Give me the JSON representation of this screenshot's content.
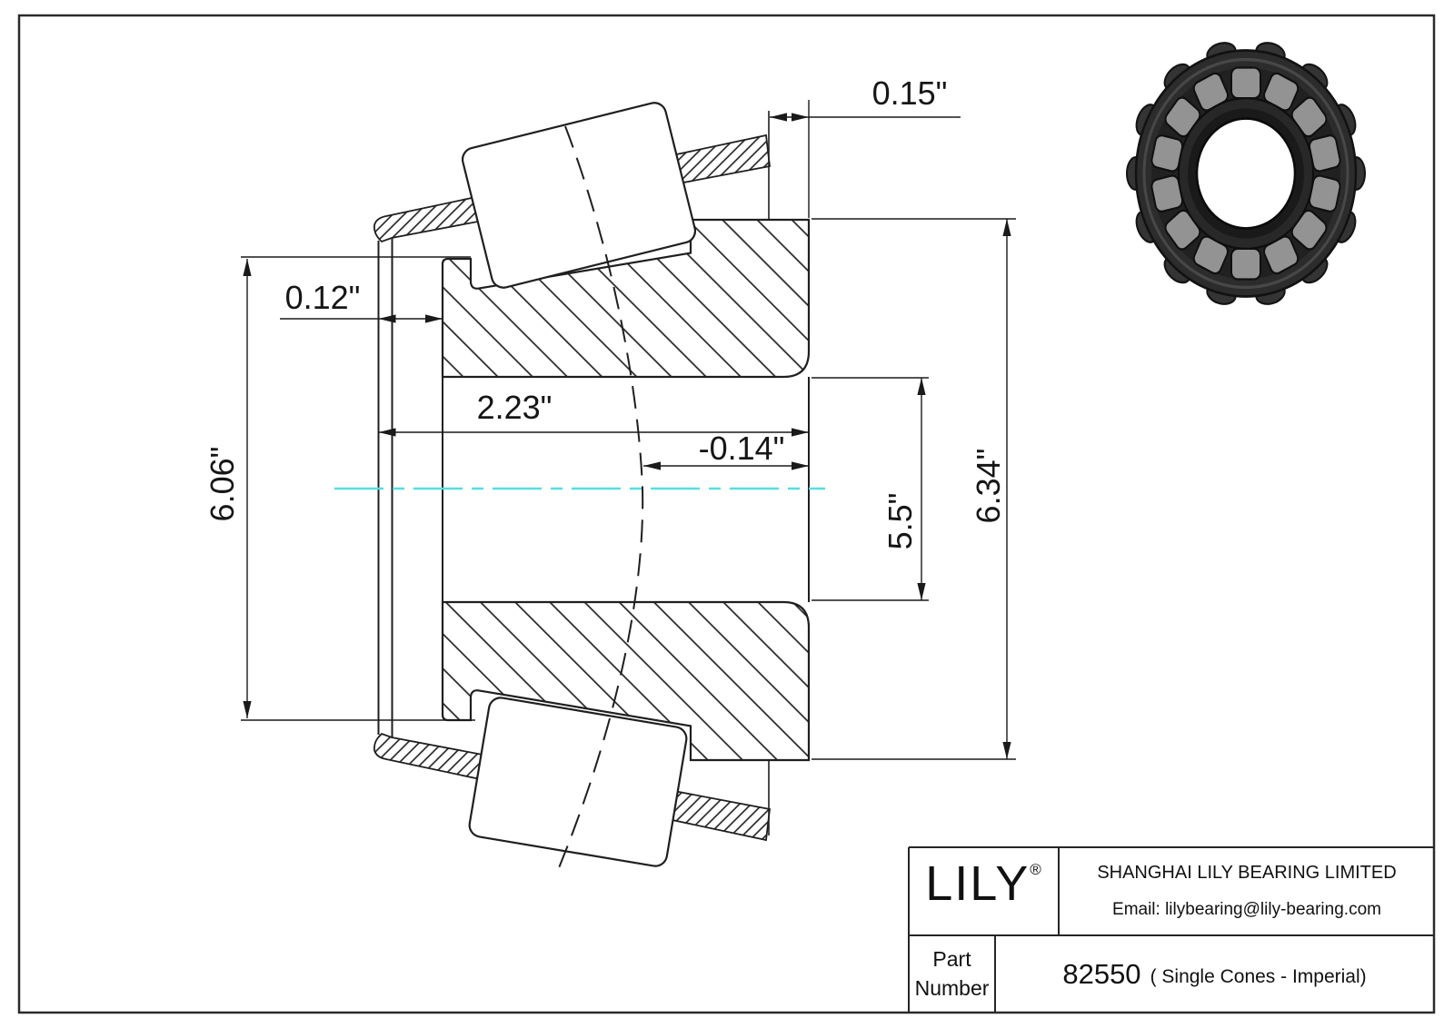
{
  "drawing": {
    "dimensions": {
      "d015": "0.15\"",
      "d012": "0.12\"",
      "d223": "2.23\"",
      "dm014": "-0.14\"",
      "d606": "6.06\"",
      "d55": "5.5\"",
      "d634": "6.34\""
    },
    "centerline_color": "#57dede",
    "line_color": "#1f1f1f"
  },
  "title_block": {
    "logo": "LILY",
    "registered": "®",
    "company": "SHANGHAI LILY BEARING LIMITED",
    "email": "Email: lilybearing@lily-bearing.com",
    "part_label_line1": "Part",
    "part_label_line2": "Number",
    "part_number": "82550",
    "part_series": "( Single Cones - Imperial)"
  }
}
